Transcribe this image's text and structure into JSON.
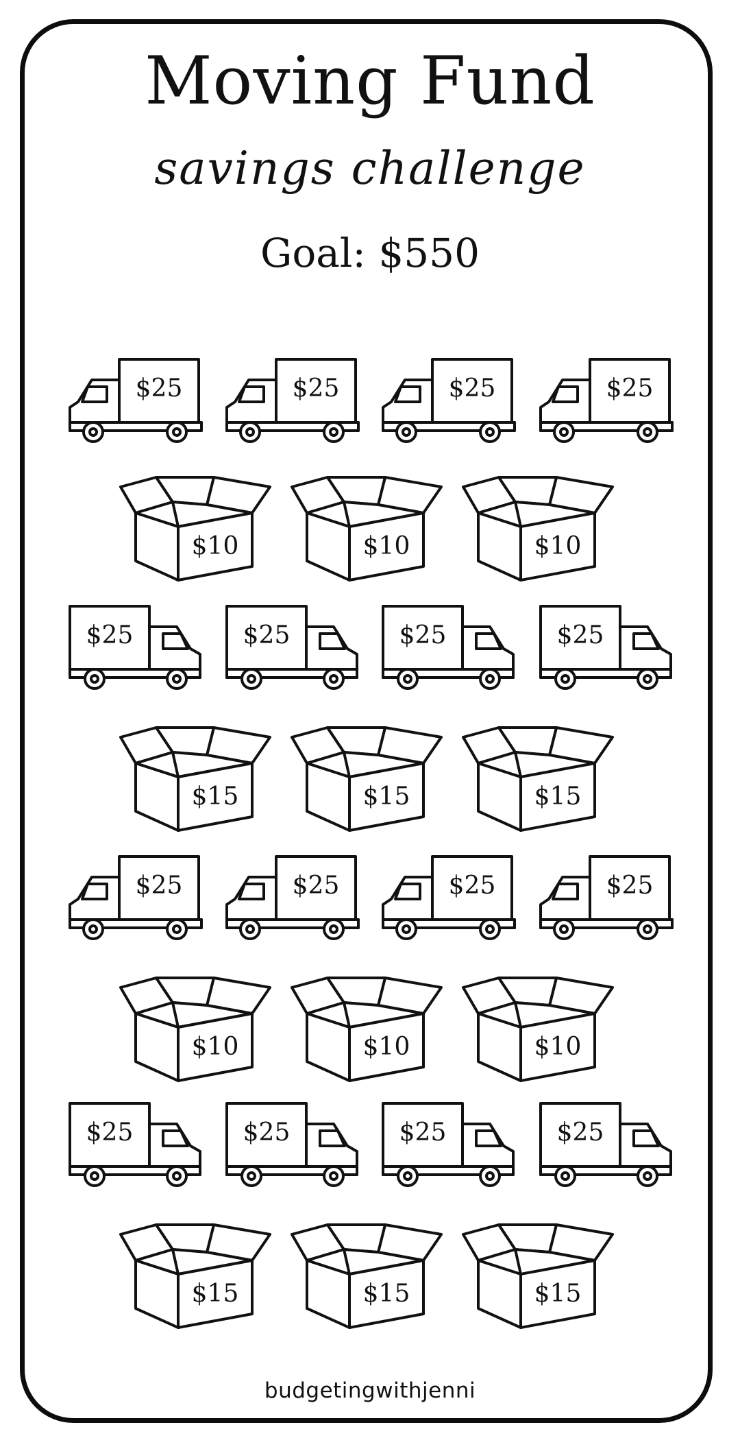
{
  "header": {
    "title": "Moving Fund",
    "subtitle": "savings challenge",
    "goal": "Goal: $550"
  },
  "rows": [
    {
      "icon": "truck-icon",
      "facing": "left",
      "amounts": [
        "$25",
        "$25",
        "$25",
        "$25"
      ]
    },
    {
      "icon": "box-icon",
      "amounts": [
        "$10",
        "$10",
        "$10"
      ]
    },
    {
      "icon": "truck-icon",
      "facing": "right",
      "amounts": [
        "$25",
        "$25",
        "$25",
        "$25"
      ]
    },
    {
      "icon": "box-icon",
      "amounts": [
        "$15",
        "$15",
        "$15"
      ]
    },
    {
      "icon": "truck-icon",
      "facing": "left",
      "amounts": [
        "$25",
        "$25",
        "$25",
        "$25"
      ]
    },
    {
      "icon": "box-icon",
      "amounts": [
        "$10",
        "$10",
        "$10"
      ]
    },
    {
      "icon": "truck-icon",
      "facing": "right",
      "amounts": [
        "$25",
        "$25",
        "$25",
        "$25"
      ]
    },
    {
      "icon": "box-icon",
      "amounts": [
        "$15",
        "$15",
        "$15"
      ]
    }
  ],
  "footer": {
    "brand": "budgetingwithjenni"
  },
  "colors": {
    "ink": "#111111",
    "paper": "#ffffff"
  }
}
